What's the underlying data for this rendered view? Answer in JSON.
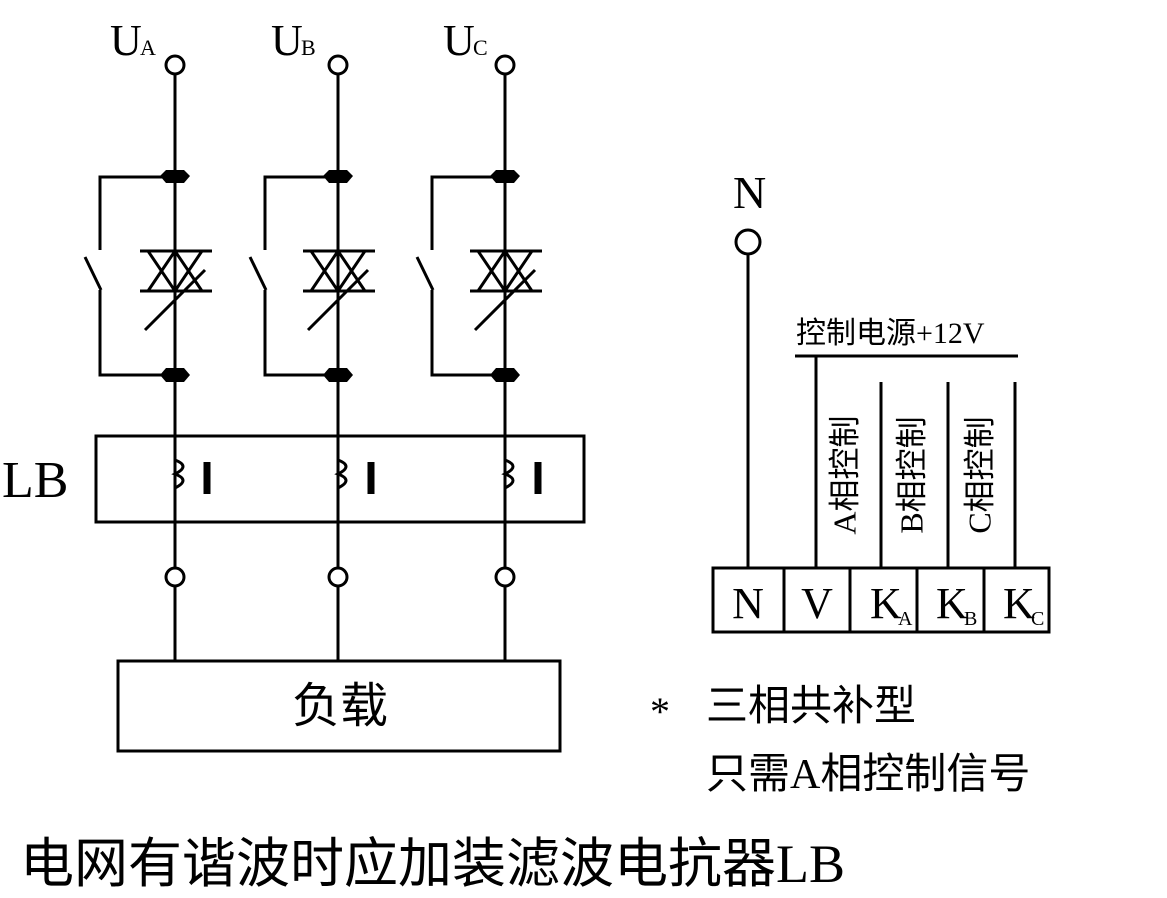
{
  "phases": [
    {
      "letter": "U",
      "sub": "A"
    },
    {
      "letter": "U",
      "sub": "B"
    },
    {
      "letter": "U",
      "sub": "C"
    }
  ],
  "lb_label": "LB",
  "load_label": "负载",
  "neutral_label": "N",
  "control_power_label": "控制电源+12V",
  "control_labels": [
    "A相控制",
    "B相控制",
    "C相控制"
  ],
  "terminals": [
    {
      "main": "N",
      "sub": ""
    },
    {
      "main": "V",
      "sub": ""
    },
    {
      "main": "K",
      "sub": "A"
    },
    {
      "main": "K",
      "sub": "B"
    },
    {
      "main": "K",
      "sub": "C"
    }
  ],
  "note_star": "*",
  "note_line1": "三相共补型",
  "note_line2": "只需A相控制信号",
  "footer_title": "电网有谐波时应加装滤波电抗器LB"
}
